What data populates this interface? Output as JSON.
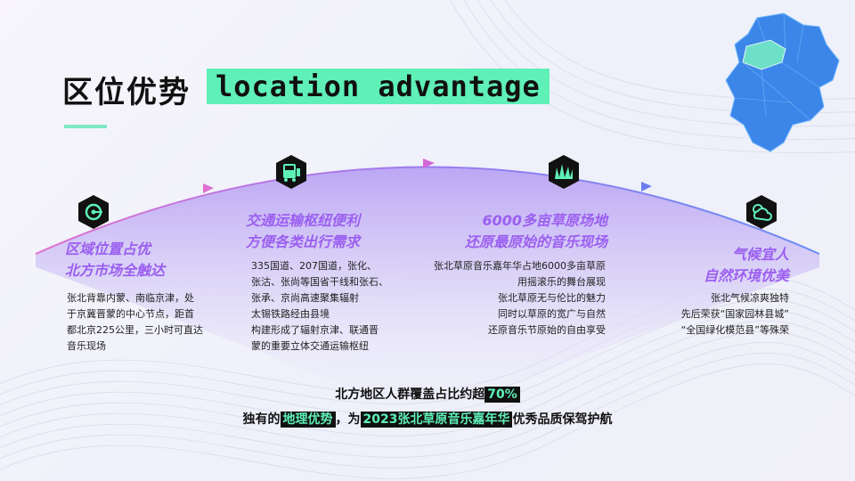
{
  "header": {
    "title_cn": "区位优势",
    "title_en": "location advantage"
  },
  "features": [
    {
      "icon": "location-target-icon",
      "title": [
        "区域位置占优",
        "北方市场全触达"
      ],
      "text": [
        "张北背靠内蒙、南临京津，处",
        "于京冀晋蒙的中心节点，距首",
        "都北京225公里，三小时可直达",
        "音乐现场"
      ]
    },
    {
      "icon": "bus-icon",
      "title": [
        "交通运输枢纽便利",
        "方便各类出行需求"
      ],
      "text": [
        "335国道、207国道，张化、",
        "张沽、张尚等国省干线和张石、",
        "张承、京尚高速聚集辐射",
        "太锡铁路经由县境",
        "构建形成了辐射京津、联通晋",
        "蒙的重要立体交通运输枢纽"
      ]
    },
    {
      "icon": "grass-icon",
      "title": [
        "6000多亩草原场地",
        "还原最原始的音乐现场"
      ],
      "text": [
        "张北草原音乐嘉年华占地6000多亩草原",
        "用摇滚乐的舞台展现",
        "张北草原无与伦比的魅力",
        "同时以草原的宽广与自然",
        "还原音乐节原始的自由享受"
      ]
    },
    {
      "icon": "weather-icon",
      "title": [
        "气候宜人",
        "自然环境优美"
      ],
      "text": [
        "张北气候凉爽独特",
        "先后荣获“国家园林县城”",
        "“全国绿化模范县”等殊荣"
      ]
    }
  ],
  "bottom": {
    "line1_prefix": "北方地区人群覆盖占比约超",
    "line1_highlight": "70%",
    "line2_prefix": "独有的",
    "line2_highlight1": "地理优势",
    "line2_mid": "，为",
    "line2_highlight2": "2023张北草原音乐嘉年华",
    "line2_suffix": "优秀品质保驾护航"
  },
  "colors": {
    "accent_green": "#5ff0b8",
    "accent_purple": "#9b5ff0",
    "map_blue": "#3b86e8",
    "map_highlight": "#6ee0c8"
  }
}
